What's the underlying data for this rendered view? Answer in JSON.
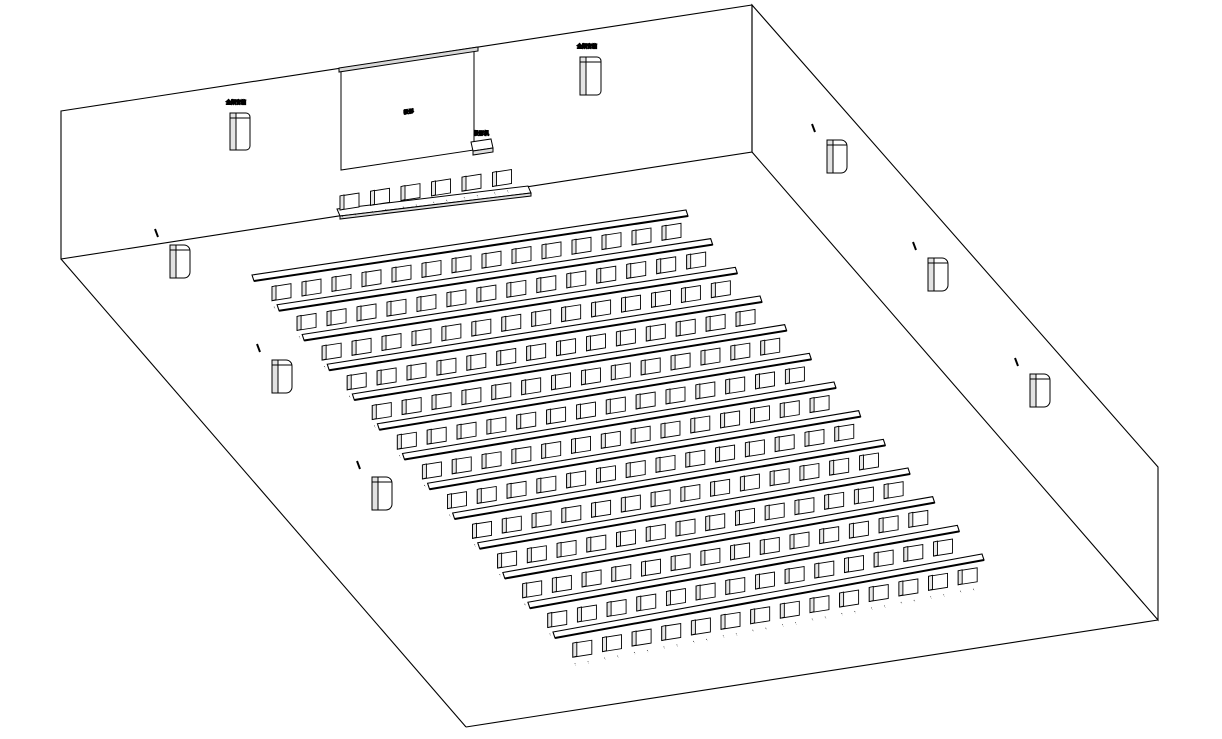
{
  "diagram": {
    "type": "isometric-lecture-hall-seating-layout",
    "line_color": "#000000",
    "background": "#ffffff",
    "screen_label": "投影",
    "projector_label": "投影机",
    "front_speaker_labels": [
      "全频音箱",
      "全频音箱"
    ],
    "side_speaker_count_left": 3,
    "side_speaker_count_right": 3,
    "stage_chair_count": 6,
    "audience_row_count": 13,
    "seats_per_row": 14
  }
}
